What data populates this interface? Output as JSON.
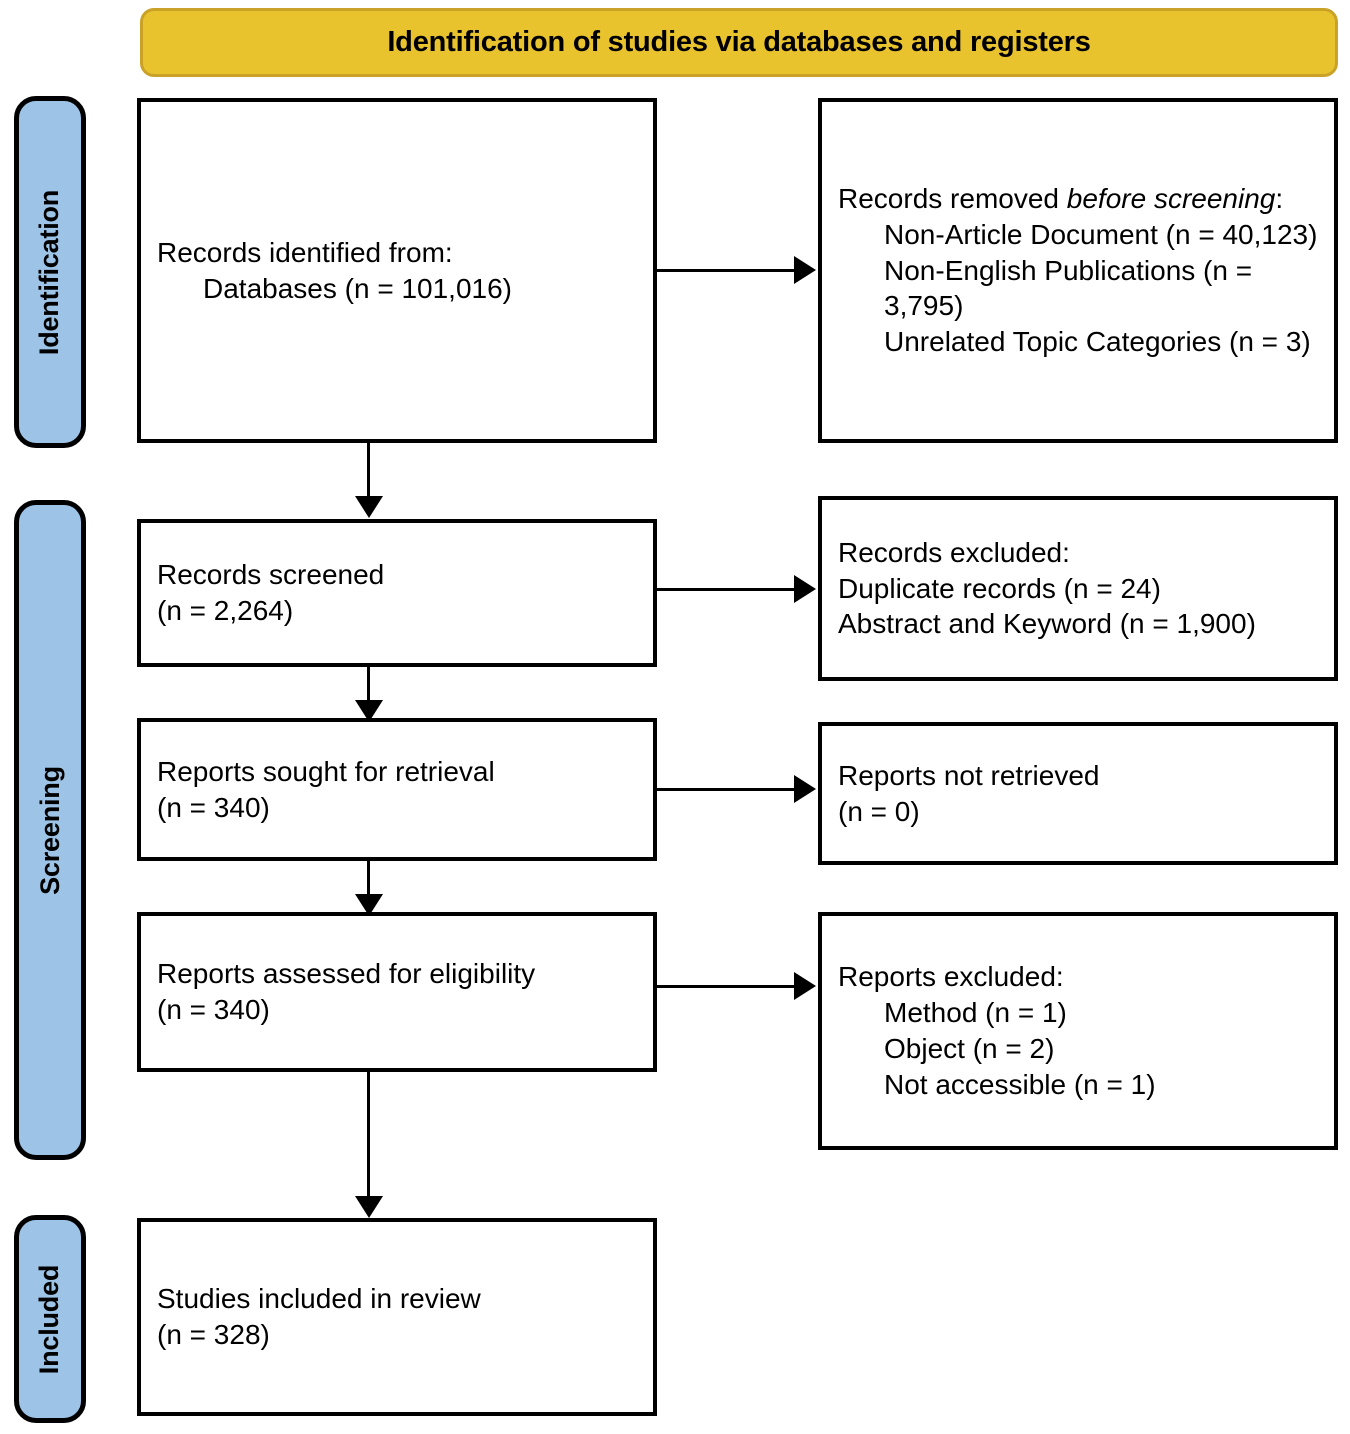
{
  "header": {
    "title": "Identification of studies via databases and registers",
    "bg_color": "#E9C32E",
    "border_color": "#C9A227"
  },
  "stages": [
    {
      "id": "identification",
      "label": "Identification",
      "color": "#9DC3E6"
    },
    {
      "id": "screening",
      "label": "Screening",
      "color": "#9DC3E6"
    },
    {
      "id": "included",
      "label": "Included",
      "color": "#9DC3E6"
    }
  ],
  "boxes": {
    "records_identified": {
      "name": "records-identified",
      "lines": [
        {
          "text": "Records identified from:",
          "indent": false
        },
        {
          "text": "Databases (n = 101,016)",
          "indent": true
        }
      ]
    },
    "records_removed": {
      "name": "records-removed-before-screening",
      "title_prefix": "Records removed ",
      "title_italic": "before screening",
      "title_suffix": ":",
      "lines": [
        {
          "text": "Non-Article Document (n = 40,123)",
          "indent": true
        },
        {
          "text": "Non-English Publications (n = 3,795)",
          "indent": true
        },
        {
          "text": "Unrelated Topic Categories (n = 3)",
          "indent": true
        }
      ]
    },
    "records_screened": {
      "name": "records-screened",
      "lines": [
        {
          "text": "Records screened",
          "indent": false
        },
        {
          "text": "(n = 2,264)",
          "indent": false
        }
      ]
    },
    "records_excluded": {
      "name": "records-excluded",
      "lines": [
        {
          "text": "Records excluded:",
          "indent": false
        },
        {
          "text": "Duplicate records (n = 24)",
          "indent": false
        },
        {
          "text": "Abstract and Keyword (n = 1,900)",
          "indent": false
        }
      ]
    },
    "reports_sought": {
      "name": "reports-sought-for-retrieval",
      "lines": [
        {
          "text": "Reports sought for retrieval",
          "indent": false
        },
        {
          "text": "(n = 340)",
          "indent": false
        }
      ]
    },
    "reports_not_retrieved": {
      "name": "reports-not-retrieved",
      "lines": [
        {
          "text": "Reports not retrieved",
          "indent": false
        },
        {
          "text": "(n = 0)",
          "indent": false
        }
      ]
    },
    "reports_assessed": {
      "name": "reports-assessed-for-eligibility",
      "lines": [
        {
          "text": "Reports assessed for eligibility",
          "indent": false
        },
        {
          "text": "(n = 340)",
          "indent": false
        }
      ]
    },
    "reports_excluded": {
      "name": "reports-excluded",
      "lines": [
        {
          "text": "Reports excluded:",
          "indent": false
        },
        {
          "text": "Method (n = 1)",
          "indent": true
        },
        {
          "text": "Object (n = 2)",
          "indent": true
        },
        {
          "text": "Not accessible (n = 1)",
          "indent": true
        }
      ]
    },
    "studies_included": {
      "name": "studies-included-in-review",
      "lines": [
        {
          "text": "Studies included in review",
          "indent": false
        },
        {
          "text": "(n = 328)",
          "indent": false
        }
      ]
    }
  },
  "chart_data": {
    "type": "diagram",
    "title": "Identification of studies via databases and registers",
    "nodes": [
      {
        "stage": "Identification",
        "label": "Records identified from: Databases",
        "n": 101016
      },
      {
        "stage": "Identification",
        "label": "Records removed before screening: Non-Article Document",
        "n": 40123
      },
      {
        "stage": "Identification",
        "label": "Records removed before screening: Non-English Publications",
        "n": 3795
      },
      {
        "stage": "Identification",
        "label": "Records removed before screening: Unrelated Topic Categories",
        "n": 3
      },
      {
        "stage": "Screening",
        "label": "Records screened",
        "n": 2264
      },
      {
        "stage": "Screening",
        "label": "Records excluded: Duplicate records",
        "n": 24
      },
      {
        "stage": "Screening",
        "label": "Records excluded: Abstract and Keyword",
        "n": 1900
      },
      {
        "stage": "Screening",
        "label": "Reports sought for retrieval",
        "n": 340
      },
      {
        "stage": "Screening",
        "label": "Reports not retrieved",
        "n": 0
      },
      {
        "stage": "Screening",
        "label": "Reports assessed for eligibility",
        "n": 340
      },
      {
        "stage": "Screening",
        "label": "Reports excluded: Method",
        "n": 1
      },
      {
        "stage": "Screening",
        "label": "Reports excluded: Object",
        "n": 2
      },
      {
        "stage": "Screening",
        "label": "Reports excluded: Not accessible",
        "n": 1
      },
      {
        "stage": "Included",
        "label": "Studies included in review",
        "n": 328
      }
    ]
  }
}
